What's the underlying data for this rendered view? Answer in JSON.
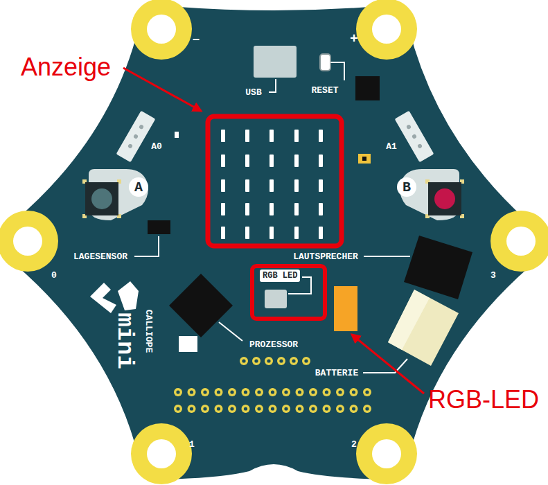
{
  "diagram": {
    "nodes": [
      {
        "text": [
          "RGB LED"
        ]
      }
    ],
    "labels": [
      "Anzeige",
      "–",
      "+",
      "USB",
      "RESET",
      "A0",
      "A1",
      "A",
      "B",
      "LAGESENSOR",
      "LAUTSPRECHER",
      "0",
      "3",
      "PROZESSOR",
      "BATTERIE",
      "CALLIOPE",
      "mini",
      "RGB-LED",
      "1",
      "2"
    ]
  }
}
